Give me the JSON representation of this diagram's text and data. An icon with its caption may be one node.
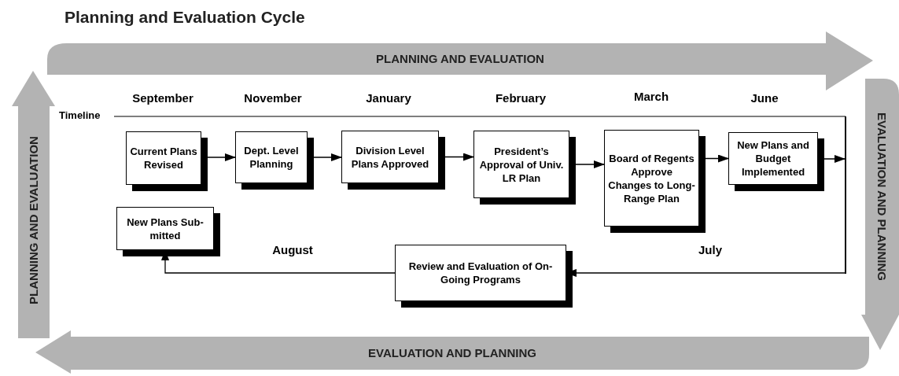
{
  "diagram": {
    "title": "Planning and Evaluation Cycle",
    "nodes": [
      {
        "text": [
          "PLANNING AND EVALUATION"
        ]
      },
      {
        "text": [
          "EVALUATION AND PLANNING"
        ]
      },
      {
        "text": [
          "EVALUATION AND PLANNING"
        ]
      },
      {
        "text": [
          "PLANNING AND EVALUATION"
        ]
      },
      {
        "text": [
          "Current Plans Revised"
        ]
      },
      {
        "text": [
          "Dept. Level Planning"
        ]
      },
      {
        "text": [
          "Division Level Plans Approved"
        ]
      },
      {
        "text": [
          "President’s Approval of Univ. LR Plan"
        ]
      },
      {
        "text": [
          "Board of Regents Approve Changes to Long-Range Plan"
        ]
      },
      {
        "text": [
          "New Plans and Budget Implemented"
        ]
      },
      {
        "text": [
          "New Plans Sub-mitted"
        ]
      },
      {
        "text": [
          "Review and Evaluation of On-Going Programs"
        ]
      },
      {
        "text": [],
        "shape": "bar"
      }
    ],
    "edges": [
      {
        "from": 4,
        "to": 5,
        "arrow": "to"
      },
      {
        "from": 5,
        "to": 6,
        "arrow": "to"
      },
      {
        "from": 6,
        "to": 7,
        "arrow": "to"
      },
      {
        "from": 7,
        "to": 8,
        "arrow": "to"
      },
      {
        "from": 8,
        "to": 9,
        "arrow": "to"
      },
      {
        "from": 9,
        "to": 12,
        "arrow": "to"
      },
      {
        "from": 12,
        "to": 11,
        "arrow": "to"
      },
      {
        "from": 11,
        "to": 10,
        "arrow": "to"
      }
    ],
    "labels": [
      "Timeline",
      "September",
      "November",
      "January",
      "February",
      "March",
      "June",
      "August",
      "July"
    ]
  }
}
